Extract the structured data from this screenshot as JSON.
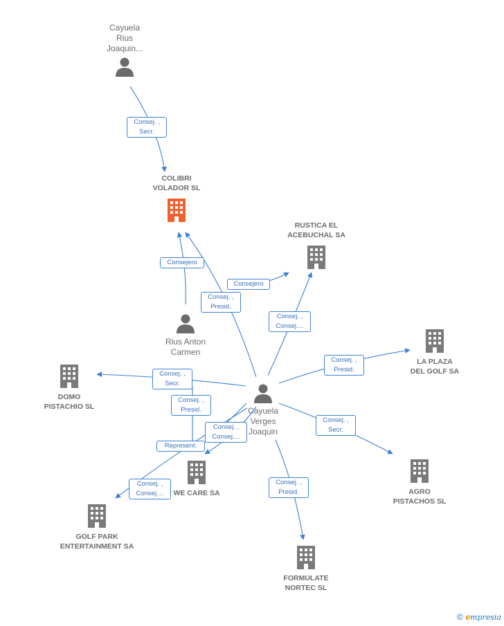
{
  "colors": {
    "edge": "#3d7fd4",
    "node_text": "#6b6b6b",
    "building": "#7a7a7a",
    "building_highlight": "#f0612e",
    "person": "#6b6b6b"
  },
  "nodes": [
    {
      "id": "cayuela_rius",
      "type": "person",
      "label": "Cayuela\nRius\nJoaquin..."
    },
    {
      "id": "colibri",
      "type": "company",
      "label": "COLIBRI\nVOLADOR  SL",
      "highlight": true
    },
    {
      "id": "rustica",
      "type": "company",
      "label": "RUSTICA EL\nACEBUCHAL SA"
    },
    {
      "id": "rius_anton",
      "type": "person",
      "label": "Rius Anton\nCarmen"
    },
    {
      "id": "la_plaza",
      "type": "company",
      "label": "LA PLAZA\nDEL GOLF SA"
    },
    {
      "id": "domo",
      "type": "company",
      "label": "DOMO\nPISTACHIO  SL"
    },
    {
      "id": "cayuela_verges",
      "type": "person",
      "label": "Cayuela\nVerges\nJoaquin"
    },
    {
      "id": "we_care",
      "type": "company",
      "label": "WE CARE SA"
    },
    {
      "id": "agro",
      "type": "company",
      "label": "AGRO\nPISTACHOS SL"
    },
    {
      "id": "golf_park",
      "type": "company",
      "label": "GOLF PARK\nENTERTAINMENT SA"
    },
    {
      "id": "formulate",
      "type": "company",
      "label": "FORMULATE\nNORTEC SL"
    }
  ],
  "edges": [
    {
      "id": "e1",
      "label": "Consej. ,\nSecr."
    },
    {
      "id": "e2",
      "label": "Consejero"
    },
    {
      "id": "e3",
      "label": "Consej. ,\nPresid."
    },
    {
      "id": "e4",
      "label": "Consejero"
    },
    {
      "id": "e5",
      "label": "Consej. ,\nConsej...."
    },
    {
      "id": "e6",
      "label": "Consej. ,\nPresid."
    },
    {
      "id": "e7",
      "label": "Consej. ,\nSecr."
    },
    {
      "id": "e8",
      "label": "Consej. ,\nPresid."
    },
    {
      "id": "e9",
      "label": "Consej. ,\nConsej...."
    },
    {
      "id": "e10",
      "label": "Represent."
    },
    {
      "id": "e11",
      "label": "Consej. ,\nSecr."
    },
    {
      "id": "e12",
      "label": "Consej. ,\nConsej...."
    },
    {
      "id": "e13",
      "label": "Consej. ,\nPresid."
    }
  ],
  "footer": {
    "copyright": "©",
    "brand_e": "e",
    "brand_rest": "mpresia"
  }
}
